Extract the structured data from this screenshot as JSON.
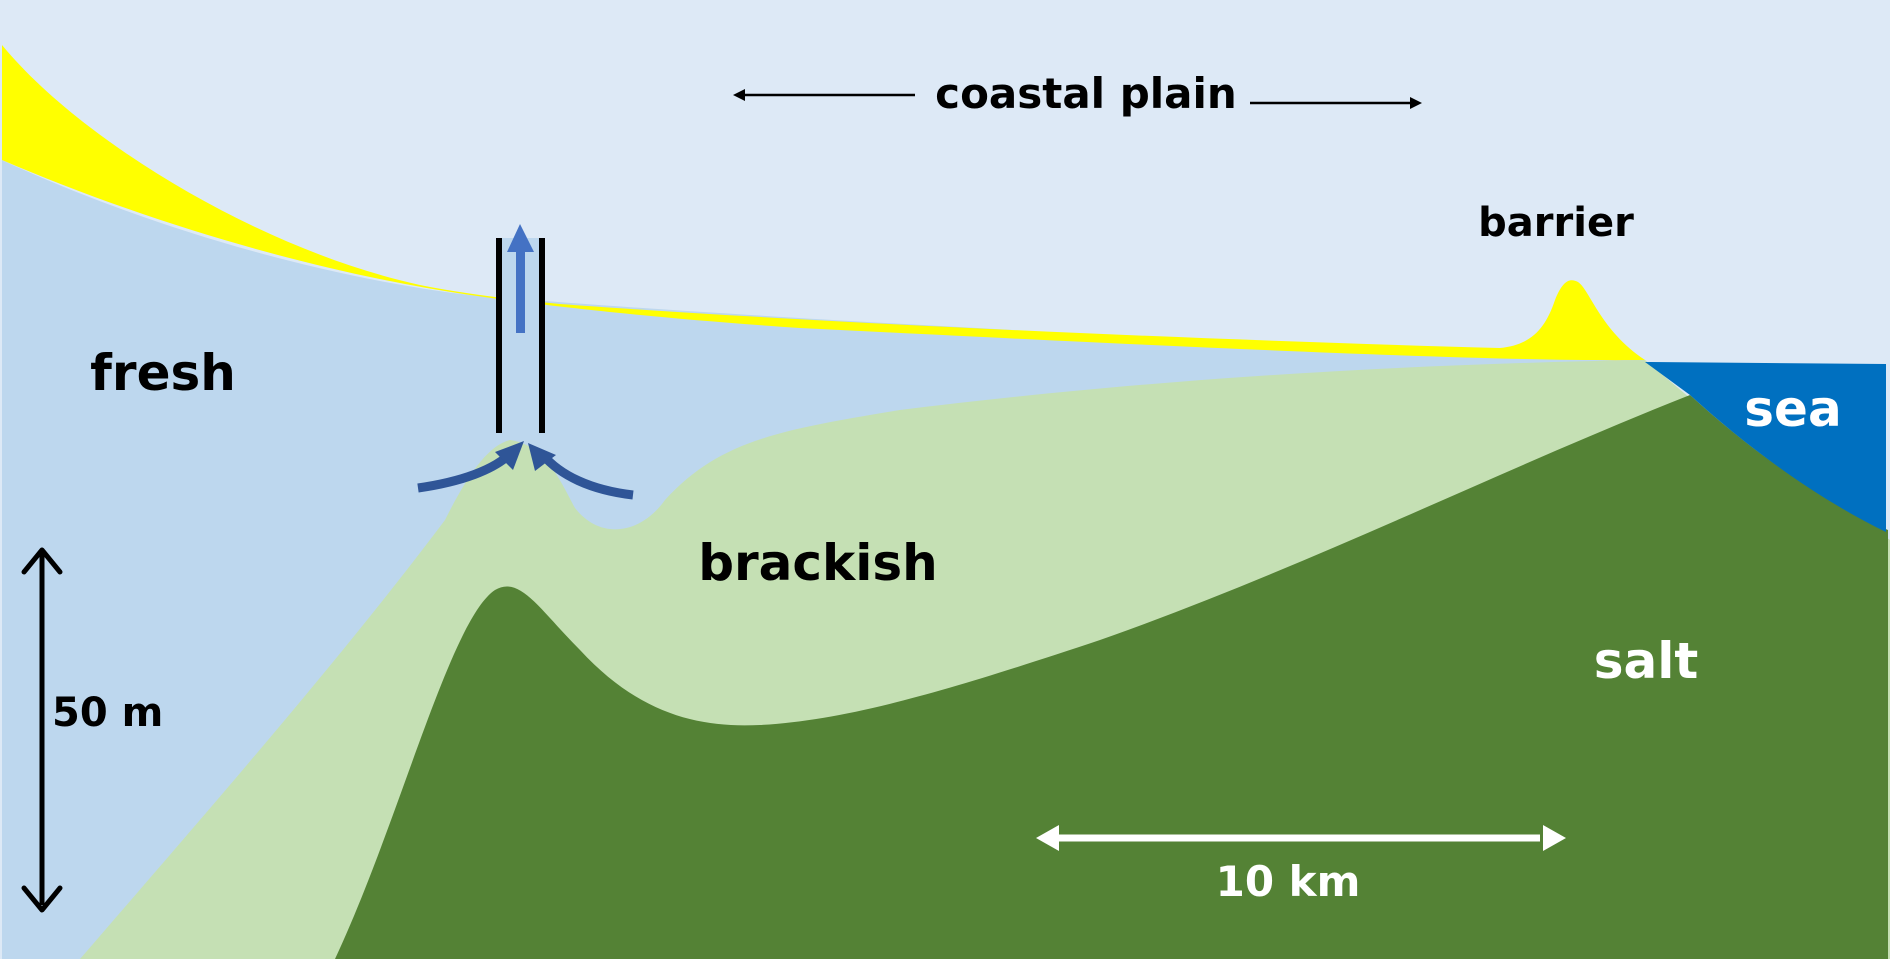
{
  "title": "Coastal aquifer salinity cross-section",
  "labels": {
    "coastal_plain": "coastal plain",
    "barrier": "barrier",
    "fresh": "fresh",
    "brackish": "brackish",
    "salt": "salt",
    "sea": "sea"
  },
  "scale_bars": {
    "vertical": "50 m",
    "horizontal": "10 km"
  },
  "colors": {
    "sky": "#dde9f6",
    "fresh": "#bdd7ee",
    "brackish": "#c5e0b4",
    "salt": "#548235",
    "sea": "#0070c0",
    "sand": "#ffff00",
    "well_casing": "#000000",
    "pumped_flow": "#4472c4",
    "inflow_arrows": "#2f5597"
  },
  "icons": {
    "well": "pumping-well-icon",
    "pumped_flow": "arrow-up-icon",
    "inflow": "curved-arrow-icon"
  }
}
